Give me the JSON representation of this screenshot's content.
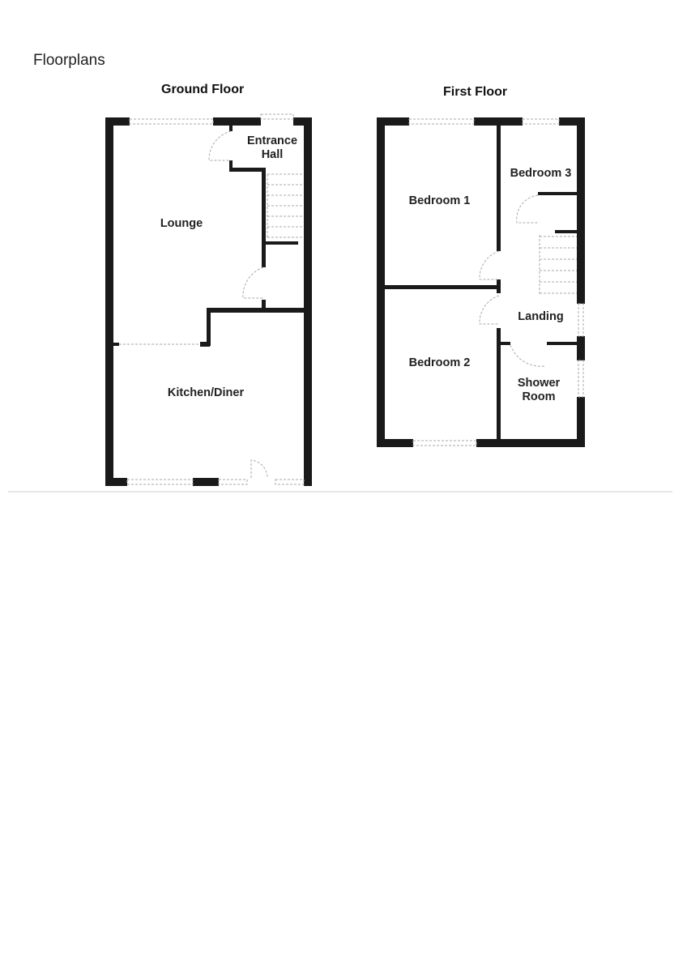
{
  "page_title": "Floorplans",
  "wall_color": "#1a1a1a",
  "ground_floor": {
    "title": "Ground Floor",
    "rooms": [
      "Entrance Hall",
      "Lounge",
      "Kitchen/Diner"
    ]
  },
  "first_floor": {
    "title": "First Floor",
    "rooms": [
      "Bedroom 1",
      "Bedroom 3",
      "Landing",
      "Bedroom 2",
      "Shower Room"
    ]
  }
}
